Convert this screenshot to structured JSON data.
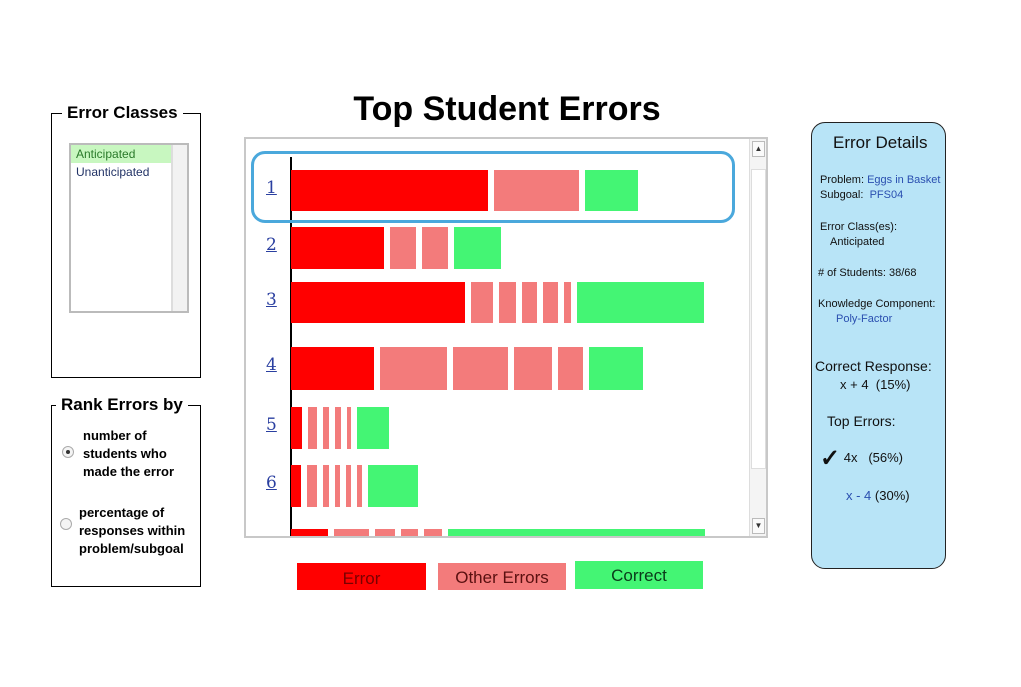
{
  "title": "Top Student Errors",
  "error_classes": {
    "title": "Error Classes",
    "options": [
      {
        "label": "Anticipated",
        "selected": true
      },
      {
        "label": "Unanticipated",
        "selected": false
      }
    ]
  },
  "rank_by": {
    "title": "Rank Errors by",
    "options": [
      {
        "label_lines": [
          "number of",
          "students who",
          "made the error"
        ],
        "selected": true
      },
      {
        "label_lines": [
          "percentage of",
          "responses within",
          "problem/subgoal"
        ],
        "selected": false
      }
    ]
  },
  "chart_data": {
    "type": "bar",
    "orientation": "horizontal-stacked-segments",
    "selected_row": "1",
    "rows": [
      {
        "label": "1",
        "segments": [
          [
            "error",
            197
          ],
          [
            "other",
            85
          ],
          [
            "correct",
            53
          ]
        ]
      },
      {
        "label": "2",
        "segments": [
          [
            "error",
            93
          ],
          [
            "other",
            26
          ],
          [
            "other",
            26
          ],
          [
            "correct",
            47
          ]
        ]
      },
      {
        "label": "3",
        "segments": [
          [
            "error",
            174
          ],
          [
            "other",
            22
          ],
          [
            "other",
            17
          ],
          [
            "other",
            15
          ],
          [
            "other",
            15
          ],
          [
            "other",
            7
          ],
          [
            "correct",
            127
          ]
        ]
      },
      {
        "label": "4",
        "segments": [
          [
            "error",
            83
          ],
          [
            "other",
            67
          ],
          [
            "other",
            55
          ],
          [
            "other",
            38
          ],
          [
            "other",
            25
          ],
          [
            "correct",
            54
          ]
        ]
      },
      {
        "label": "5",
        "segments": [
          [
            "error",
            11
          ],
          [
            "other",
            9
          ],
          [
            "other",
            6
          ],
          [
            "other",
            6
          ],
          [
            "other",
            4
          ],
          [
            "correct",
            32
          ]
        ]
      },
      {
        "label": "6",
        "segments": [
          [
            "error",
            10
          ],
          [
            "other",
            10
          ],
          [
            "other",
            6
          ],
          [
            "other",
            5
          ],
          [
            "other",
            5
          ],
          [
            "other",
            5
          ],
          [
            "correct",
            50
          ]
        ]
      },
      {
        "label": "",
        "segments": [
          [
            "error",
            37
          ],
          [
            "other",
            35
          ],
          [
            "other",
            20
          ],
          [
            "other",
            17
          ],
          [
            "other",
            18
          ],
          [
            "correct",
            257
          ]
        ]
      }
    ],
    "colors": {
      "error": "#ff0000",
      "other": "#f37b7b",
      "correct": "#44f574"
    }
  },
  "legend": {
    "error": "Error",
    "other": "Other Errors",
    "correct": "Correct"
  },
  "details": {
    "title": "Error Details",
    "problem_label": "Problem:",
    "problem": "Eggs in Basket",
    "subgoal_label": "Subgoal:",
    "subgoal": "PFS04",
    "error_class_label": "Error Class(es):",
    "error_class": "Anticipated",
    "students_label": "# of Students:",
    "students": "38/68",
    "kc_label": "Knowledge Component:",
    "kc": "Poly-Factor",
    "correct_label": "Correct Response:",
    "correct_expr": "x + 4",
    "correct_pct": "(15%)",
    "top_errors_label": "Top Errors:",
    "top_errors": [
      {
        "expr": "4x",
        "pct": "(56%)",
        "checked": true
      },
      {
        "expr": "x - 4",
        "pct": "(30%)",
        "checked": false
      }
    ]
  }
}
